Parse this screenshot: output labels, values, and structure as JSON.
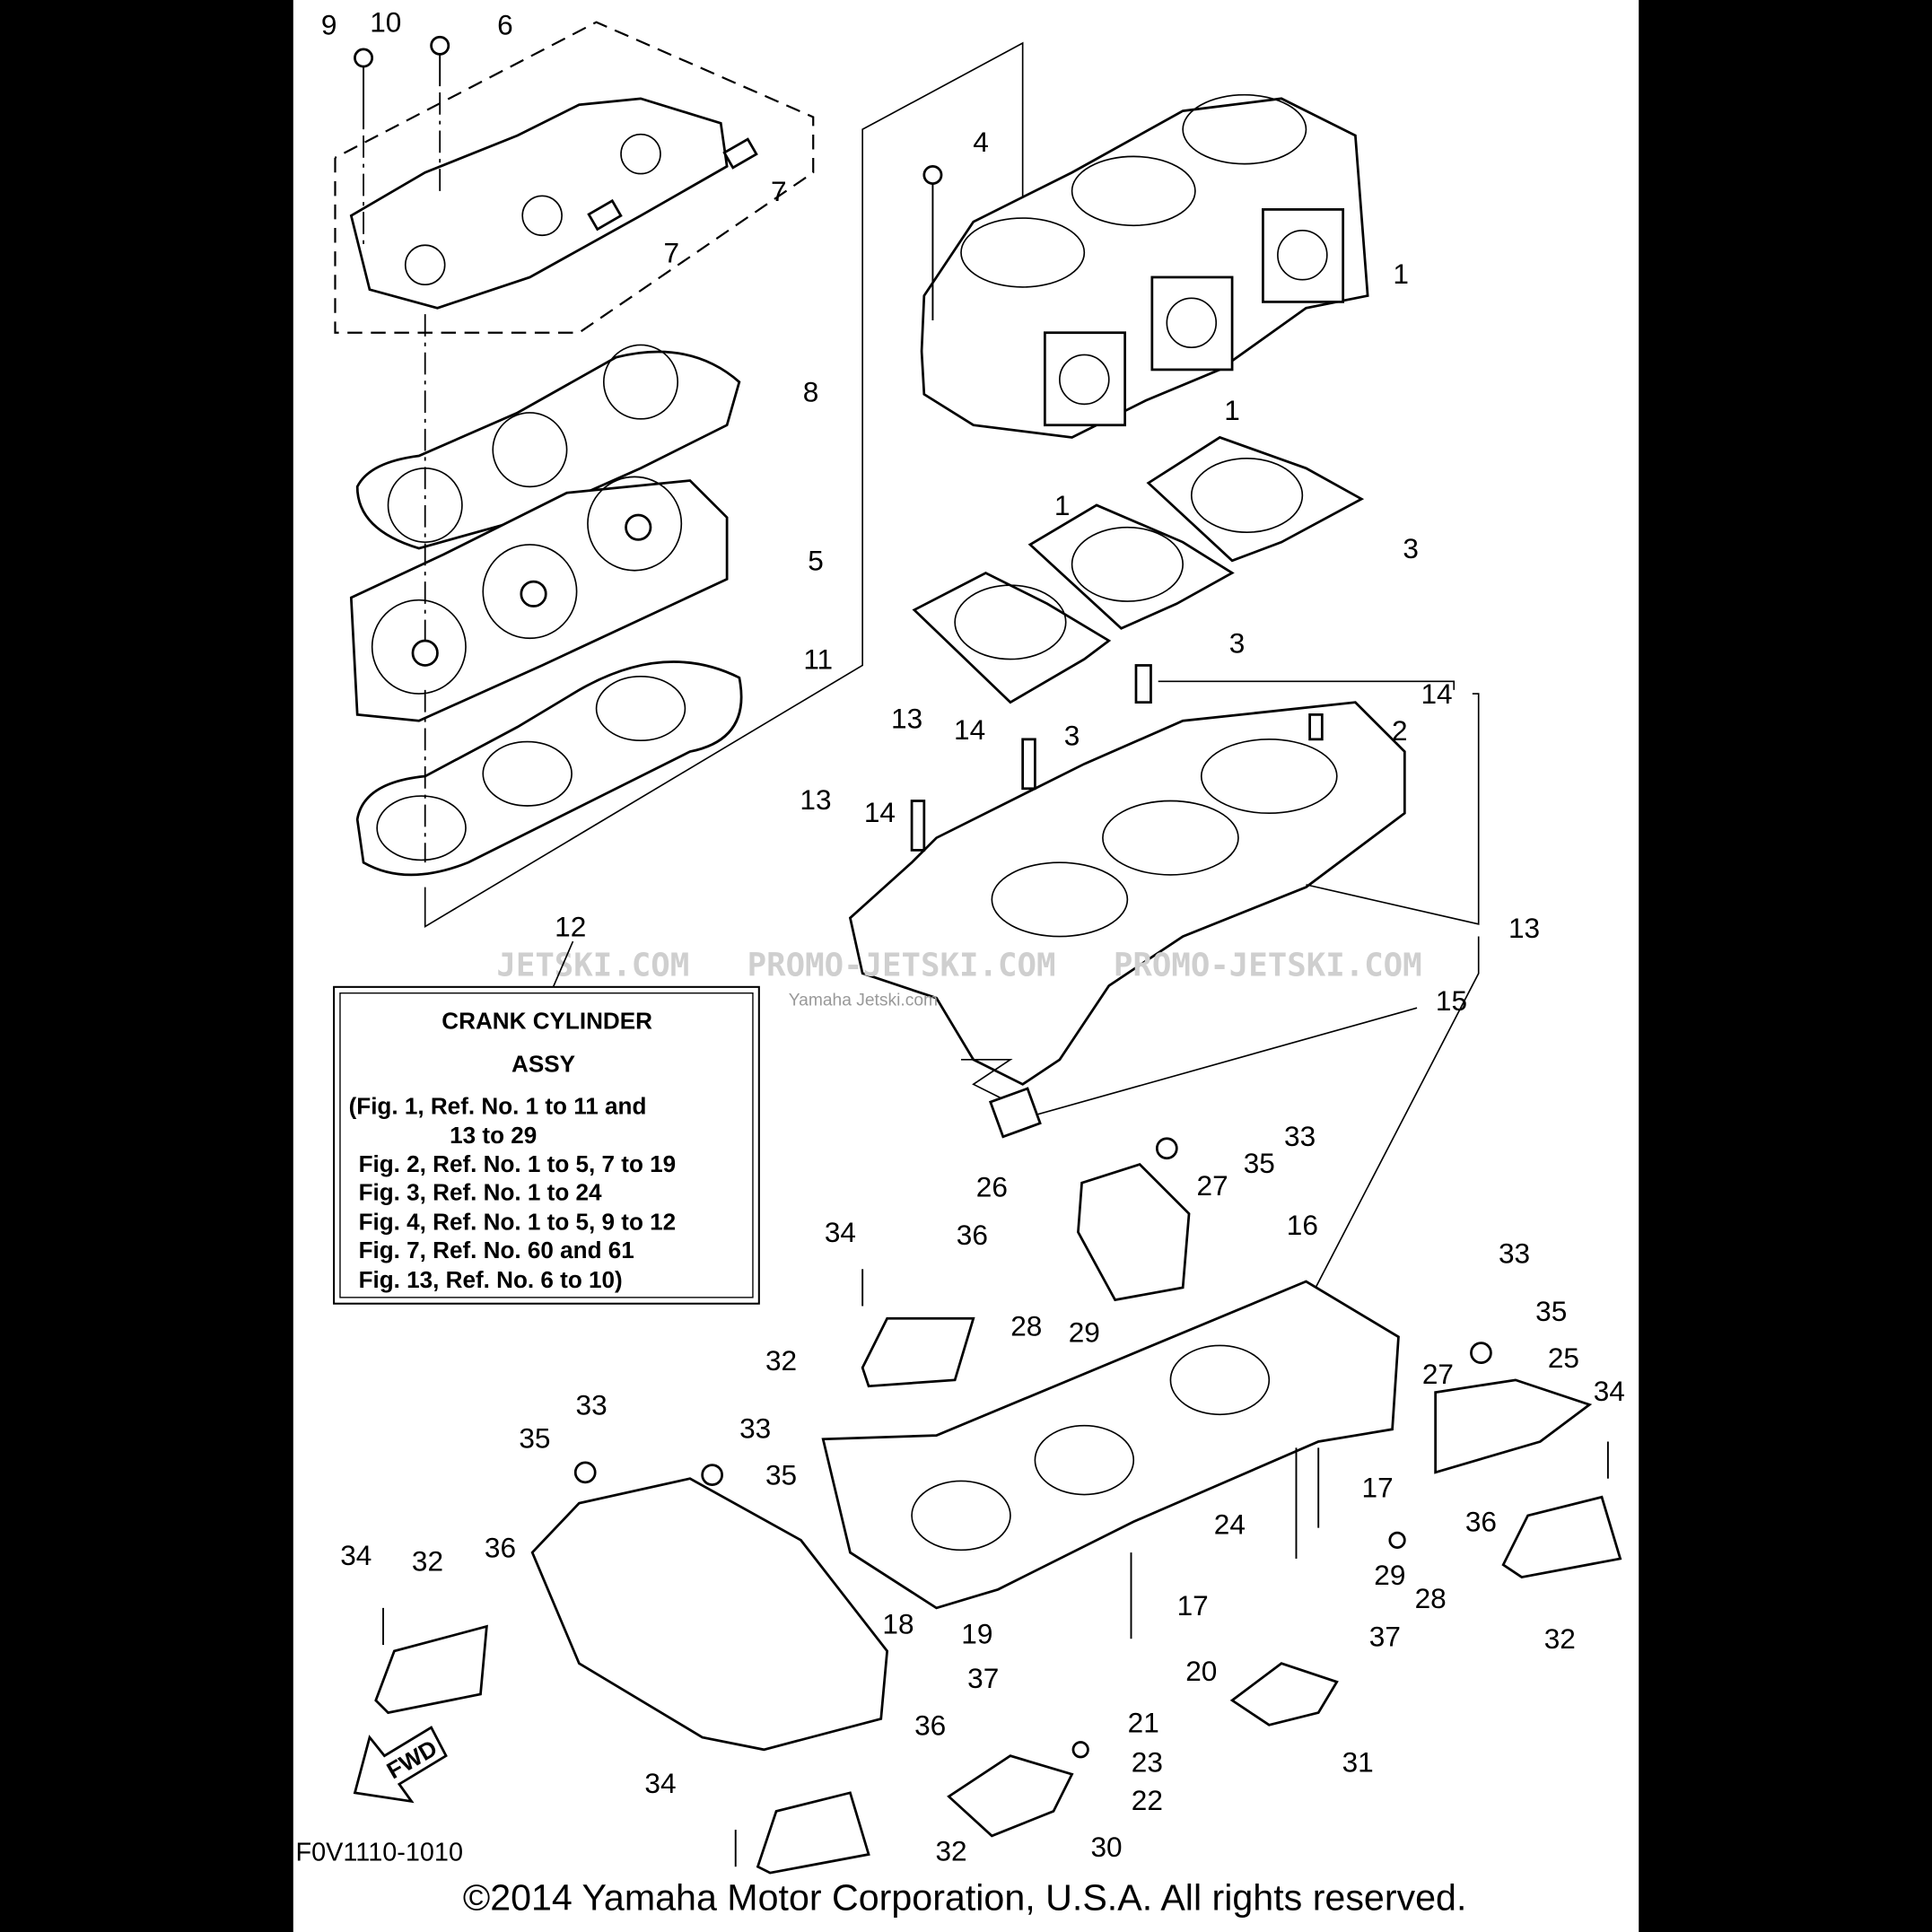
{
  "diagram": {
    "title_box": {
      "line1": "CRANK CYLINDER",
      "line2": "ASSY",
      "refs": [
        "(Fig. 1, Ref. No. 1 to 11 and",
        "13 to 29",
        "Fig. 2, Ref. No. 1 to 5, 7 to 19",
        "Fig. 3, Ref. No. 1 to 24",
        "Fig. 4, Ref. No. 1 to 5, 9 to 12",
        "Fig. 7, Ref. No. 60 and 61",
        "Fig. 13, Ref. No. 6 to 10)"
      ]
    },
    "callouts": [
      "9",
      "10",
      "6",
      "7",
      "7",
      "4",
      "1",
      "1",
      "1",
      "8",
      "5",
      "11",
      "3",
      "3",
      "3",
      "14",
      "2",
      "13",
      "14",
      "13",
      "14",
      "13",
      "12",
      "15",
      "33",
      "35",
      "26",
      "27",
      "16",
      "36",
      "34",
      "28",
      "29",
      "32",
      "33",
      "35",
      "25",
      "27",
      "34",
      "33",
      "33",
      "35",
      "35",
      "17",
      "24",
      "36",
      "34",
      "32",
      "36",
      "29",
      "28",
      "17",
      "18",
      "19",
      "32",
      "20",
      "37",
      "37",
      "21",
      "36",
      "23",
      "31",
      "22",
      "34",
      "30",
      "32"
    ],
    "fwd_label": "FWD",
    "figure_code": "F0V1110-1010",
    "copyright": "©2014 Yamaha Motor Corporation, U.S.A. All rights reserved.",
    "watermark": "JETSKI.COM   PROMO-JETSKI.COM   PROMO-JETSKI.COM",
    "watermark_small": "Yamaha Jetski.com"
  }
}
